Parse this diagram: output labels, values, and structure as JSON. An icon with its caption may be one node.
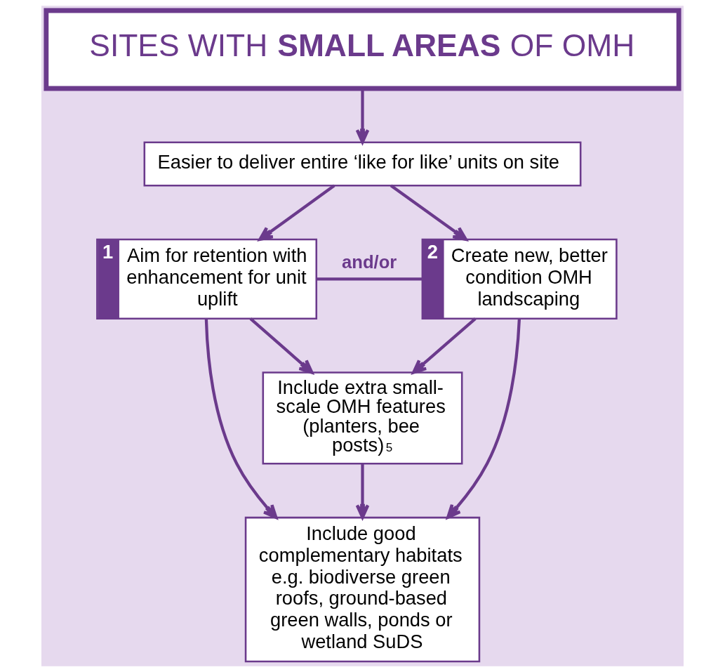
{
  "diagram": {
    "nodes": [
      {
        "text": [
          "SITES WITH **SMALL AREAS** OF OMH"
        ]
      },
      {
        "text": [
          "Easier to deliver entire ‘like for like’ units on site"
        ]
      },
      {
        "text": [
          "1",
          "Aim for retention with enhancement for unit uplift"
        ]
      },
      {
        "text": [
          "2",
          "Create new, better condition OMH landscaping"
        ]
      },
      {
        "text": [
          "Include extra small-scale OMH features (planters, bee posts)$^{5}$"
        ]
      },
      {
        "text": [
          "Include good complementary habitats e.g. biodiverse green roofs, ground-based green walls, ponds or wetland SuDS"
        ]
      }
    ],
    "edges": [
      {
        "from": 0,
        "to": 1,
        "arrow": "to"
      },
      {
        "from": 1,
        "to": 2,
        "arrow": "to"
      },
      {
        "from": 1,
        "to": 3,
        "arrow": "to"
      },
      {
        "from": 2,
        "to": 3,
        "arrow": "none",
        "label": "and/or"
      },
      {
        "from": 2,
        "to": 4,
        "arrow": "to"
      },
      {
        "from": 3,
        "to": 4,
        "arrow": "to"
      },
      {
        "from": 2,
        "to": 5,
        "arrow": "to"
      },
      {
        "from": 3,
        "to": 5,
        "arrow": "to"
      },
      {
        "from": 4,
        "to": 5,
        "arrow": "to"
      }
    ]
  }
}
